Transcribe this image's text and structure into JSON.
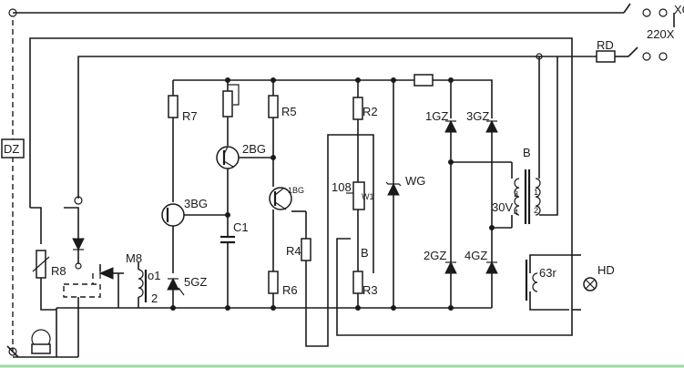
{
  "labels": {
    "xc": "XC",
    "mains": "220X",
    "rd": "RD",
    "dz": "DZ",
    "r7": "R7",
    "r5": "R5",
    "r2": "R2",
    "gz1": "1GZ",
    "gz3": "3GZ",
    "bg2": "2BG",
    "bg1": "1BG",
    "bg3": "3BG",
    "c1": "C1",
    "v108": "108",
    "w1": "W1",
    "wg": "WG",
    "b_top": "B",
    "v30": "30V",
    "t3": "3",
    "t4": "4",
    "t1": "1",
    "t2": "2",
    "r4": "R4",
    "b_mid": "B",
    "gz2": "2GZ",
    "gz4": "4GZ",
    "c63": "63r",
    "hd": "HD",
    "r8": "R8",
    "m8": "M8",
    "m8_1": "o1",
    "m8_2": "2",
    "gz5": "5GZ",
    "r6": "R6",
    "r3": "R3"
  }
}
